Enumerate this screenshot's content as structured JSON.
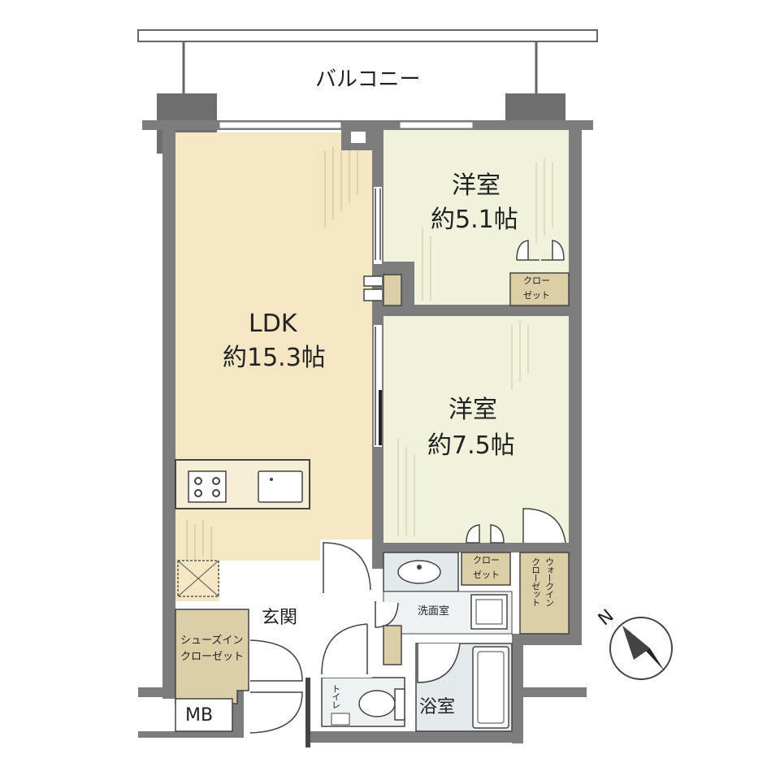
{
  "colors": {
    "wall": "#7d7d7d",
    "wall_dark": "#6b6b6b",
    "ldk_floor": "#f5e7c4",
    "bedroom_floor": "#f0f2dc",
    "wet_floor": "#e4eaec",
    "closet_floor": "#dccfa8",
    "hatch": "#c9b88e",
    "line": "#444444"
  },
  "labels": {
    "balcony": "バルコニー",
    "ldk_name": "LDK",
    "ldk_size": "約15.3帖",
    "bedroom1_name": "洋室",
    "bedroom1_size": "約5.1帖",
    "bedroom2_name": "洋室",
    "bedroom2_size": "約7.5帖",
    "closet_a1": "クロー",
    "closet_a2": "ゼット",
    "closet_b1": "クロー",
    "closet_b2": "ゼット",
    "walkin": "ウォークイン",
    "walkin2": "クローゼット",
    "washroom": "洗面室",
    "bath": "浴室",
    "entrance": "玄関",
    "toilet": "トイレ",
    "shoes1": "シューズイン",
    "shoes2": "クローゼット",
    "mb": "MB",
    "compass": "N"
  },
  "icons": [
    "compass-icon",
    "stove-icon",
    "sink-icon",
    "toilet-icon",
    "bathtub-icon",
    "washbasin-icon",
    "door-swing-icon"
  ]
}
